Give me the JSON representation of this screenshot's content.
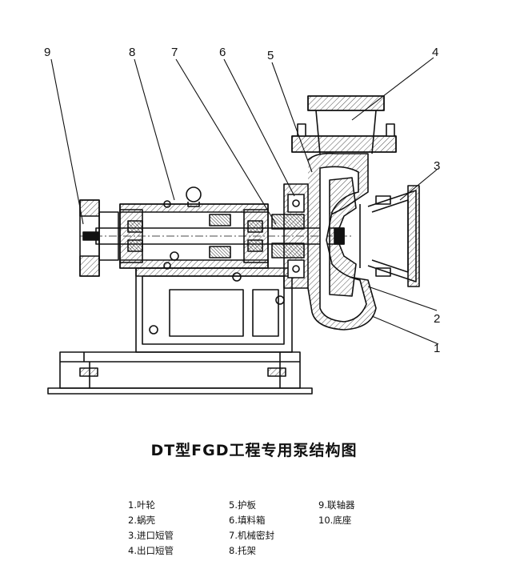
{
  "title": "DT型FGD工程专用泵结构图",
  "callouts": [
    "1",
    "2",
    "3",
    "4",
    "5",
    "6",
    "7",
    "8",
    "9"
  ],
  "legend": {
    "col1": [
      "1.叶轮",
      "2.蜗壳",
      "3.进口短管",
      "4.出口短管"
    ],
    "col2": [
      "5.护板",
      "6.填料箱",
      "7.机械密封",
      "8.托架"
    ],
    "col3": [
      "9.联轴器",
      "10.底座"
    ]
  }
}
